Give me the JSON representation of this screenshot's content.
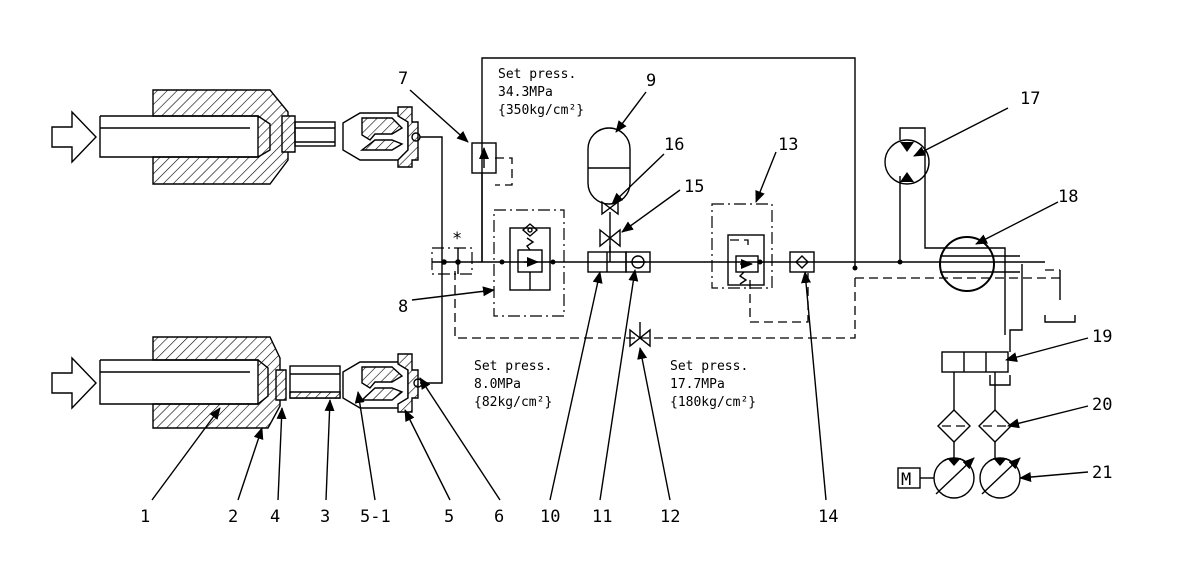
{
  "notes": {
    "accumulator_press": {
      "line1": "Set press.",
      "line2": "34.3MPa",
      "line3": "{350kg/cm²}"
    },
    "valve8_press": {
      "line1": "Set press.",
      "line2": "8.0MPa",
      "line3": "{82kg/cm²}"
    },
    "valve13_press": {
      "line1": "Set press.",
      "line2": "17.7MPa",
      "line3": "{180kg/cm²}"
    }
  },
  "motor_label": "M",
  "orifice_mark": "*",
  "callouts": {
    "c1": "1",
    "c2": "2",
    "c4": "4",
    "c3": "3",
    "c5_1": "5-1",
    "c5": "5",
    "c6": "6",
    "c7": "7",
    "c8": "8",
    "c9": "9",
    "c10": "10",
    "c11": "11",
    "c12": "12",
    "c13": "13",
    "c14": "14",
    "c15": "15",
    "c16": "16",
    "c17": "17",
    "c18": "18",
    "c19": "19",
    "c20": "20",
    "c21": "21"
  }
}
